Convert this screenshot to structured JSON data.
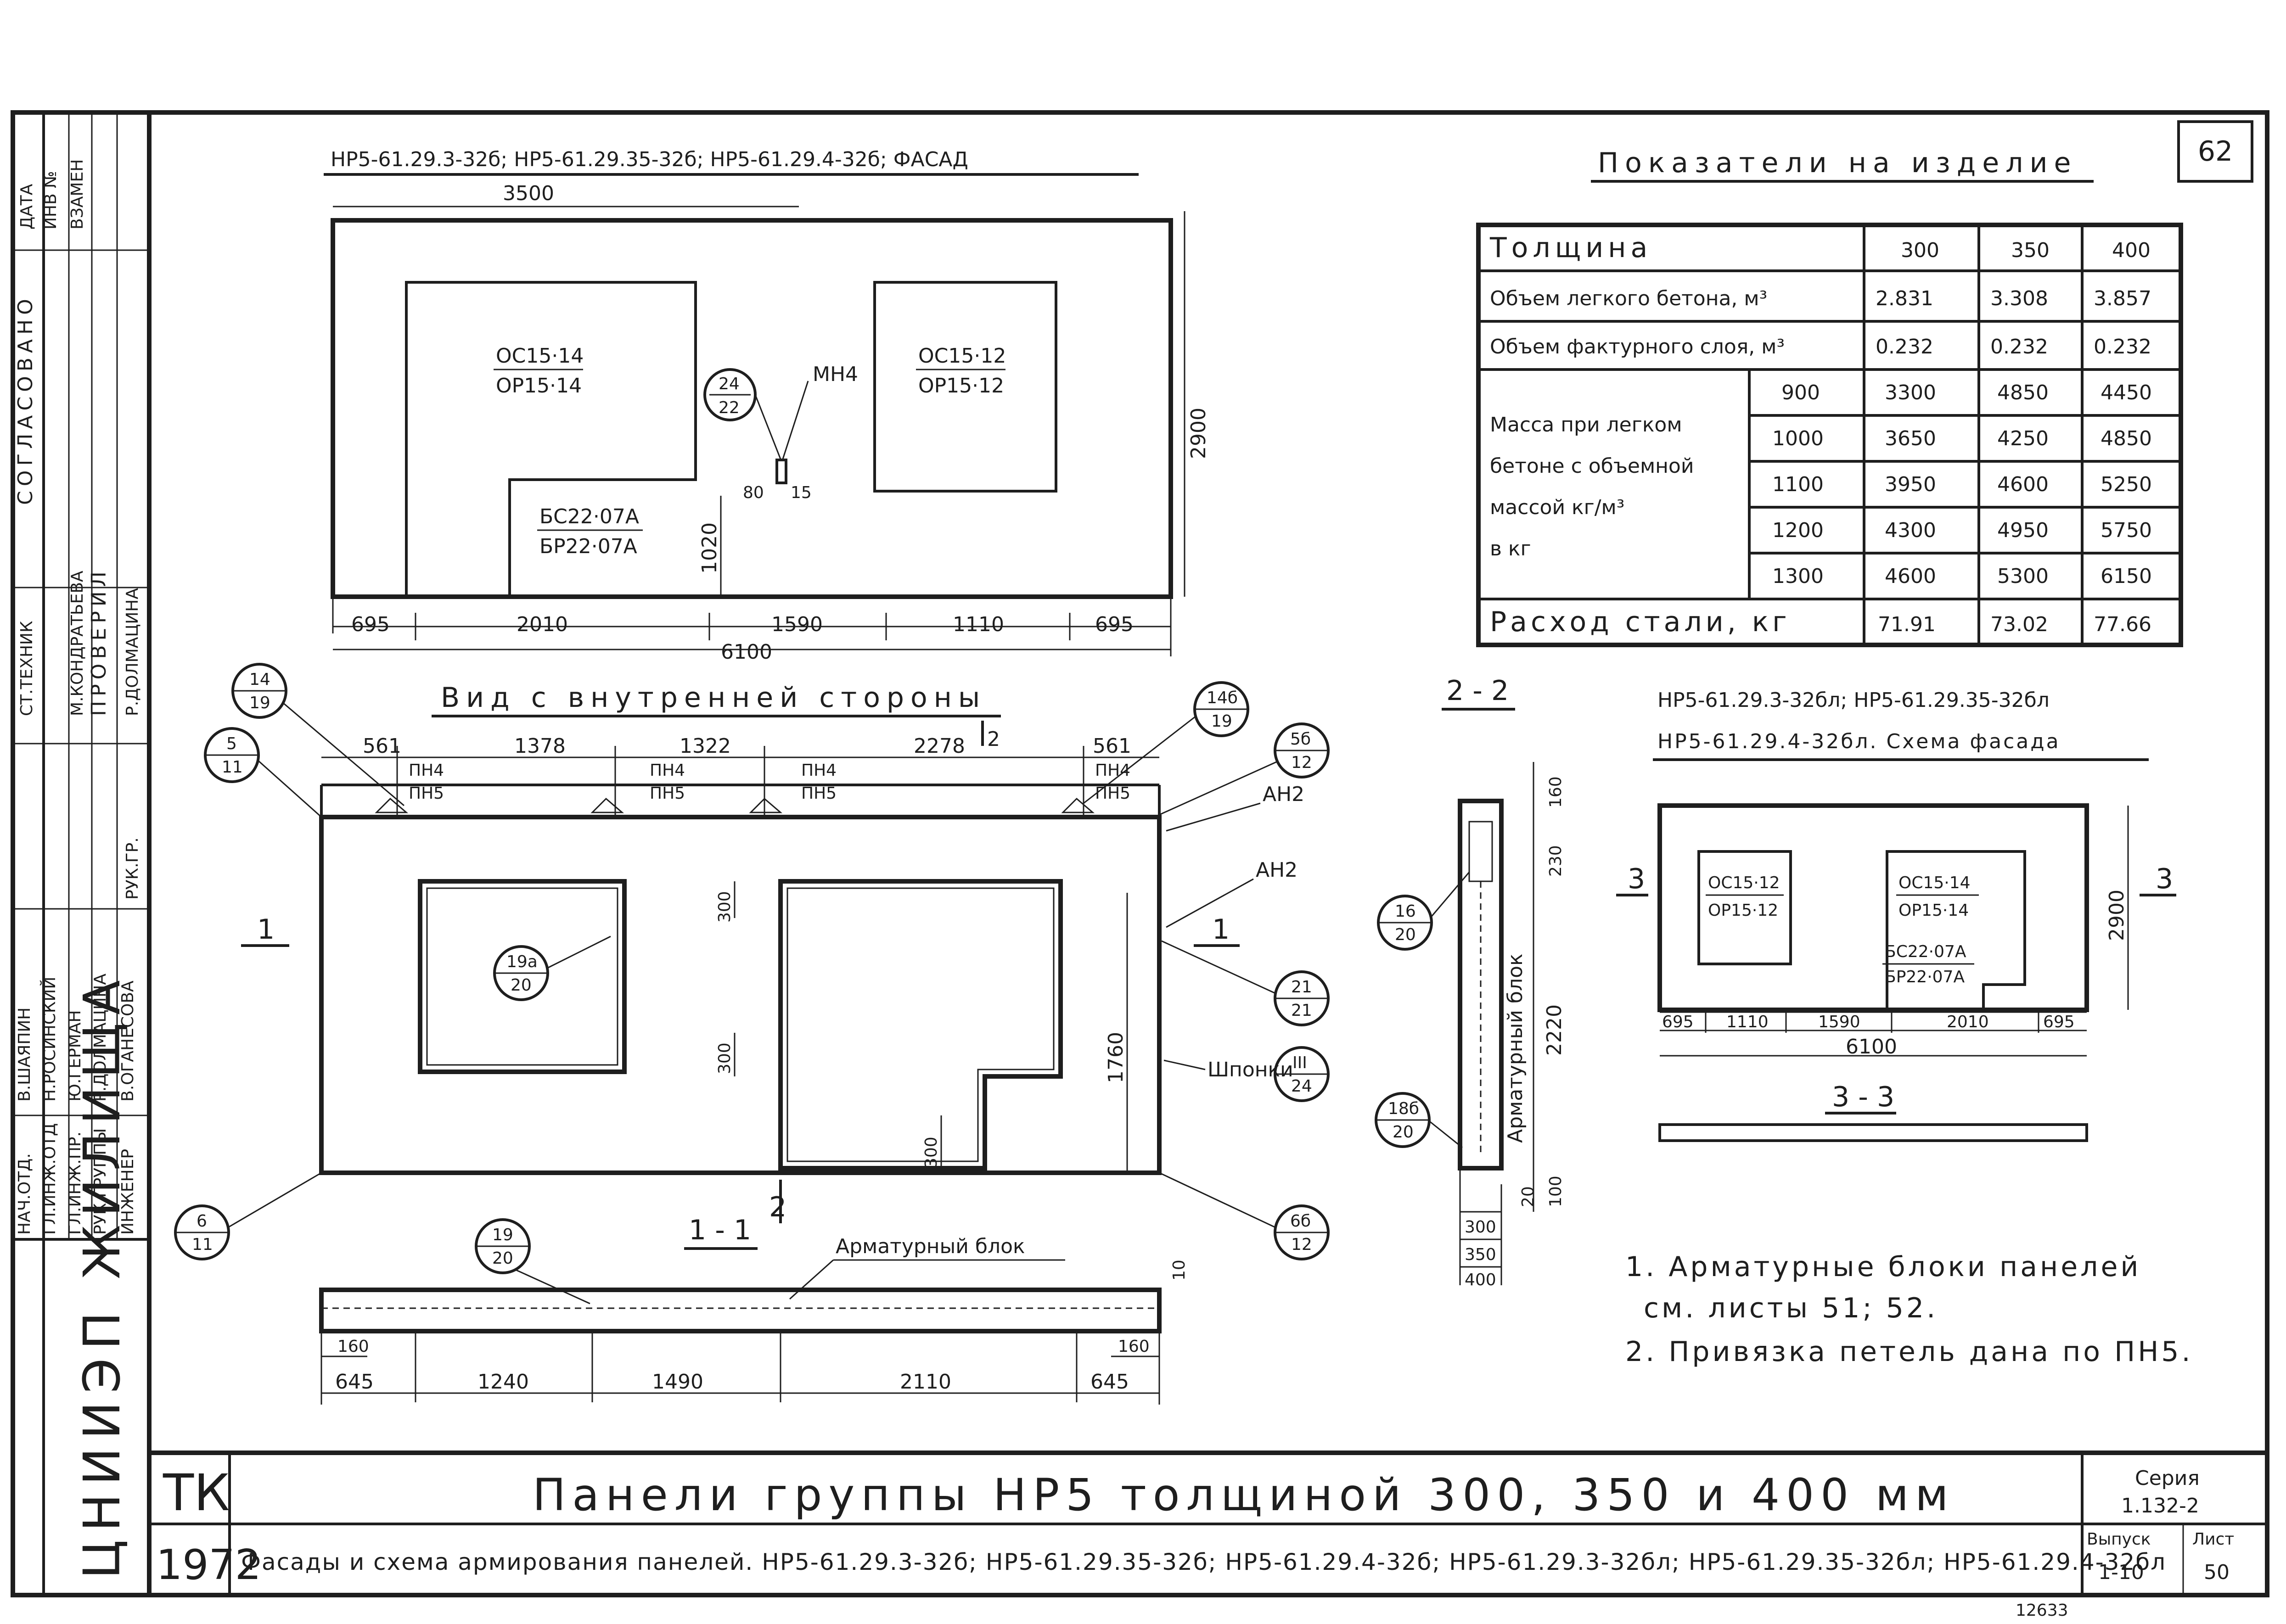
{
  "sheet_number": "62",
  "top_title": "НР5-61.29.3-32б; НР5-61.29.35-32б; НР5-61.29.4-32б; ФАСАД",
  "facade": {
    "dim_3500": "3500",
    "dim_2900": "2900",
    "dim_1020": "1020",
    "dim_80": "80",
    "dim_15": "15",
    "win1_top": "ОС15·14",
    "win1_bot": "ОР15·14",
    "win2_top": "ОС15·12",
    "win2_bot": "ОР15·12",
    "door_top": "БС22·07А",
    "door_bot": "БР22·07А",
    "loop": "МН4",
    "callout_a": "24",
    "callout_b": "22",
    "bottom_dims": [
      "695",
      "2010",
      "1590",
      "1110",
      "695"
    ],
    "total": "6100"
  },
  "inner_view": {
    "title": "Вид с внутренней стороны",
    "top_dims": [
      "561",
      "1378",
      "1322",
      "2278",
      "561"
    ],
    "section_2": "2",
    "loops": [
      {
        "a": "ПН4",
        "b": "ПН5"
      },
      {
        "a": "ПН4",
        "b": "ПН5"
      },
      {
        "a": "ПН4",
        "b": "ПН5"
      },
      {
        "a": "ПН4",
        "b": "ПН5"
      }
    ],
    "dim_300a": "300",
    "dim_300b": "300",
    "dim_300c": "300",
    "dim_1760": "1760",
    "label_an2_top": "АН2",
    "label_an2_mid": "АН2",
    "label_shponki": "Шпонки",
    "section_1_left": "1",
    "section_1_right": "1",
    "section_2_bottom": "2",
    "callouts": {
      "c14_19": {
        "a": "14",
        "b": "19"
      },
      "c5_11": {
        "a": "5",
        "b": "11"
      },
      "c14b_19": {
        "a": "14б",
        "b": "19"
      },
      "c5b_12": {
        "a": "5б",
        "b": "12"
      },
      "c19a_20": {
        "a": "19а",
        "b": "20"
      },
      "c21_21": {
        "a": "21",
        "b": "21"
      },
      "cIII_24": {
        "a": "III",
        "b": "24"
      },
      "c6_11": {
        "a": "6",
        "b": "11"
      },
      "c6b_12": {
        "a": "6б",
        "b": "12"
      },
      "c19_20": {
        "a": "19",
        "b": "20"
      }
    }
  },
  "section_11": {
    "title": "1 - 1",
    "label": "Арматурный блок",
    "dim_10": "10",
    "dim_160a": "160",
    "dim_160b": "160",
    "dims": [
      "645",
      "1240",
      "1490",
      "2110",
      "645"
    ]
  },
  "section_22": {
    "title": "2 - 2",
    "dim_160": "160",
    "dim_230": "230",
    "dim_2220": "2220",
    "dim_20": "20",
    "dim_100": "100",
    "vertical_label": "Арматурный блок",
    "thicknesses": [
      "300",
      "350",
      "400"
    ],
    "c16_20": {
      "a": "16",
      "b": "20"
    },
    "c18b_20": {
      "a": "18б",
      "b": "20"
    }
  },
  "indicators": {
    "title": "Показатели на изделие",
    "thickness_label": "Толщина",
    "thicknesses": [
      "300",
      "350",
      "400"
    ],
    "rows": [
      {
        "label": "Объем легкого бетона, м³",
        "values": [
          "2.831",
          "3.308",
          "3.857"
        ]
      },
      {
        "label": "Объем фактурного слоя, м³",
        "values": [
          "0.232",
          "0.232",
          "0.232"
        ]
      }
    ],
    "mass_label_lines": [
      "Масса при легком",
      "бетоне с объемной",
      "массой кг/м³",
      "в кг"
    ],
    "mass_rows": [
      {
        "density": "900",
        "values": [
          "3300",
          "4850",
          "4450"
        ]
      },
      {
        "density": "1000",
        "values": [
          "3650",
          "4250",
          "4850"
        ]
      },
      {
        "density": "1100",
        "values": [
          "3950",
          "4600",
          "5250"
        ]
      },
      {
        "density": "1200",
        "values": [
          "4300",
          "4950",
          "5750"
        ]
      },
      {
        "density": "1300",
        "values": [
          "4600",
          "5300",
          "6150"
        ]
      }
    ],
    "steel": {
      "label": "Расход стали, кг",
      "values": [
        "71.91",
        "73.02",
        "77.66"
      ]
    }
  },
  "scheme": {
    "title_line1": "НР5-61.29.3-32бл; НР5-61.29.35-32бл",
    "title_line2": "НР5-61.29.4-32бл. Схема фасада",
    "win_small_top": "ОС15·12",
    "win_small_bot": "ОР15·12",
    "win_large_top": "ОС15·14",
    "win_large_bot": "ОР15·14",
    "door_top": "БС22·07А",
    "door_bot": "БР22·07А",
    "dim_2900": "2900",
    "section_3_left": "3",
    "section_3_right": "3",
    "dims": [
      "695",
      "1110",
      "1590",
      "2010",
      "695"
    ],
    "total": "6100",
    "section_33": "3 - 3"
  },
  "notes": [
    "1. Арматурные блоки панелей",
    "см. листы 51; 52.",
    "2. Привязка петель дана по ПН5."
  ],
  "stamp": {
    "side_title": "СОГЛАСОВАНО",
    "side_checked": "ПРОВЕРИЛ",
    "col_date": "ДАТА",
    "col_inv": "ИНВ №",
    "col_vzamen": "ВЗАМЕН",
    "org": "ЦНИИЭП ЖИЛИЩА",
    "roles": [
      "НАЧ.ОТД.",
      "ГЛ.ИНЖ.ОТД",
      "ГЛ.ИНЖ.ПР.",
      "РУК.ГРУППЫ",
      "ИНЖЕНЕР"
    ],
    "names": [
      "В.ШАЯПИН",
      "Н.РОСИНСКИЙ",
      "Ю.ГЕРМАН",
      "Р.ДОЛМАЦИНА",
      "В.ОГАНЕСОВА"
    ],
    "approval_roles": [
      "СТ.ТЕХНИК",
      "РУК.ГР."
    ],
    "approval_names": [
      "М.КОНДРАТЬЕВА",
      "Р.ДОЛМАЦИНА"
    ],
    "tk": "ТК",
    "year": "1972",
    "main_title": "Панели группы НР5 толщиной 300, 350 и 400 мм",
    "subtitle": "Фасады и схема армирования панелей. НР5-61.29.3-32б; НР5-61.29.35-32б; НР5-61.29.4-32б; НР5-61.29.3-32бл; НР5-61.29.35-32бл; НР5-61.29.4-32бл",
    "series_label": "Серия",
    "series_value": "1.132-2",
    "issue_label": "Выпуск",
    "issue_value": "1-10",
    "sheet_label": "Лист",
    "sheet_value": "50",
    "footer_number": "12633"
  }
}
